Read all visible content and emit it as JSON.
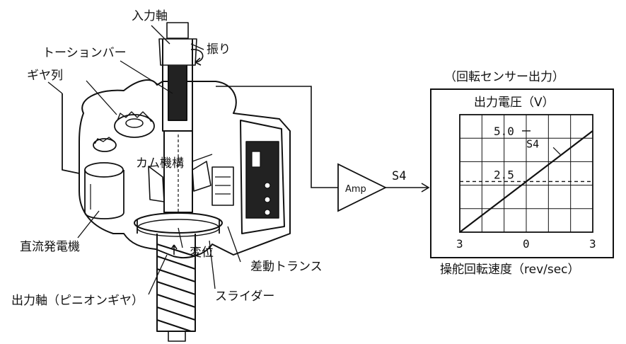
{
  "labels": {
    "input_shaft": "入力軸",
    "torsion_bar": "トーションバー",
    "twist": "振り",
    "gear_train": "ギヤ列",
    "cam_mechanism": "カム機構",
    "dc_generator": "直流発電機",
    "displacement": "変位",
    "differential_transformer": "差動トランス",
    "slider": "スライダー",
    "output_shaft": "出力軸（ピニオンギヤ）",
    "amp": "Amp",
    "s4_signal": "S4"
  },
  "graph": {
    "header": "（回転センサー出力）",
    "title": "出力電圧（V）",
    "y_tick_top": "5.0",
    "y_tick_mid": "2.5",
    "series_label": "S4",
    "x_tick_left": "3",
    "x_tick_center": "0",
    "x_tick_right": "3",
    "xlabel": "操舵回転速度（rev/sec）"
  },
  "chart_data": {
    "type": "line",
    "title": "出力電圧（V）",
    "xlabel": "操舵回転速度（rev/sec）",
    "ylabel": "",
    "x_ticks": [
      "3",
      "0",
      "3"
    ],
    "y_ticks": [
      "2.5",
      "5.0"
    ],
    "xlim": [
      -3,
      3
    ],
    "ylim": [
      0,
      5.8
    ],
    "reference_line_y": 2.5,
    "grid": true,
    "series": [
      {
        "name": "S4",
        "x": [
          -3,
          0,
          3
        ],
        "y": [
          0,
          2.5,
          5.0
        ]
      }
    ]
  }
}
